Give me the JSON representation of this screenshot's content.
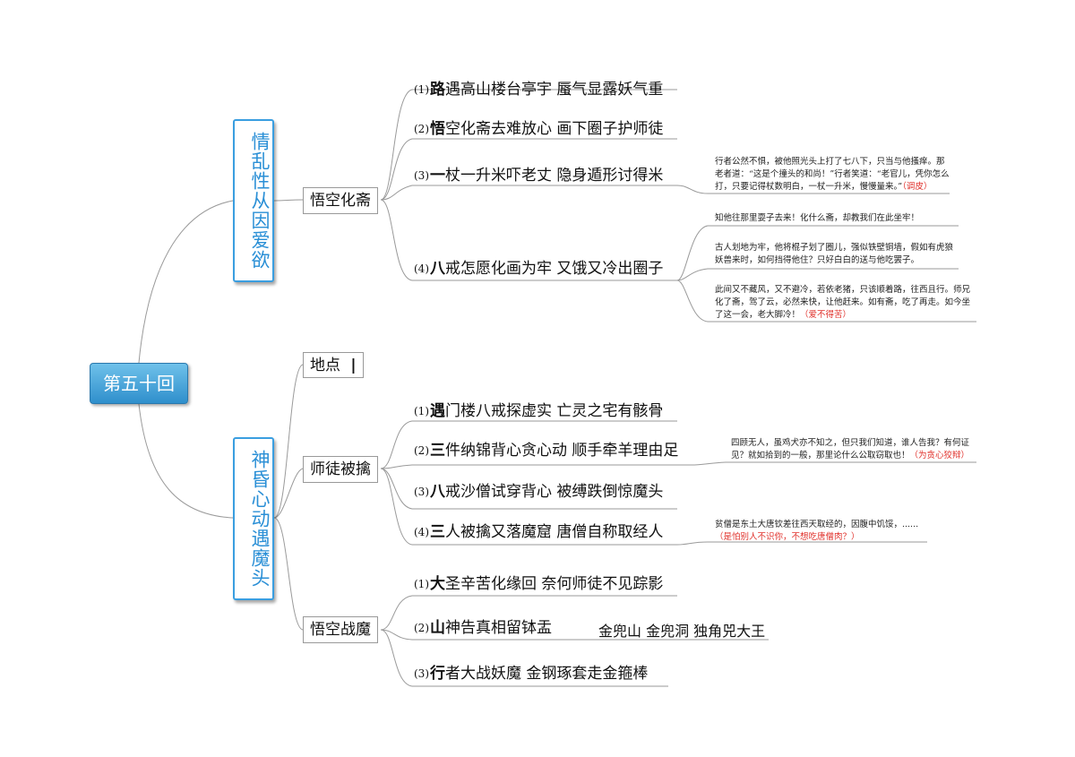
{
  "root": {
    "label": "第五十回"
  },
  "branches": [
    {
      "label": "情乱性从因爱欲",
      "children": [
        {
          "label": "悟空化斋",
          "items": [
            {
              "num": "(1)",
              "lead": "路",
              "text": "遇高山楼台亭宇 蜃气显露妖气重"
            },
            {
              "num": "(2)",
              "lead": "悟",
              "text": "空化斋去难放心 画下圈子护师徒"
            },
            {
              "num": "(3)",
              "lead": "一",
              "text": "杖一升米吓老丈 隐身遁形讨得米",
              "notes": [
                {
                  "text": "行者公然不惧，被他照光头上打了七八下，只当与他搔痒。那老者道：“这是个撞头的和尚！”行者笑道：“老官儿，凭你怎么打，只要记得杖数明白，一杖一升米，慢慢量来。”",
                  "red": "（调皮）"
                }
              ]
            },
            {
              "num": "(4)",
              "lead": "八",
              "text": "戒怎愿化画为牢 又饿又冷出圈子",
              "notes": [
                {
                  "text": "知他往那里耍子去来！化什么斋，却教我们在此坐牢！",
                  "red": ""
                },
                {
                  "text": "古人划地为牢，他将棍子划了圈儿，强似铁壁铜墙，假如有虎狼妖兽来时，如何挡得他住？只好白白的送与他吃罢子。",
                  "red": ""
                },
                {
                  "text": "此间又不藏风，又不避冷，若依老猪，只该顺着路，往西且行。师兄化了斋，驾了云，必然来快，让他赶来。如有斋，吃了再走。如今坐了这一会，老大脚冷！",
                  "red": "（爱不得苦）"
                }
              ]
            }
          ]
        }
      ]
    },
    {
      "label": "神昏心动遇魔头",
      "children": [
        {
          "label": "地点",
          "marker": "|",
          "items": []
        },
        {
          "label": "师徒被擒",
          "items": [
            {
              "num": "(1)",
              "lead": "遇",
              "text": "门楼八戒探虚实 亡灵之宅有骸骨"
            },
            {
              "num": "(2)",
              "lead": "三",
              "text": "件纳锦背心贪心动 顺手牵羊理由足",
              "notes": [
                {
                  "text": "四顾无人，虽鸡犬亦不知之，但只我们知道，谁人告我？有何证见？就如拾到的一般，那里论什么公取窃取也！",
                  "red": "（为贪心狡辩）"
                }
              ]
            },
            {
              "num": "(3)",
              "lead": "八",
              "text": "戒沙僧试穿背心 被缚跌倒惊魔头"
            },
            {
              "num": "(4)",
              "lead": "三",
              "text": "人被擒又落魔窟 唐僧自称取经人",
              "notes": [
                {
                  "text": "贫僧是东土大唐钦差往西天取经的，因腹中饥馁，......",
                  "red": "（是怕别人不识你，不想吃唐僧肉？）"
                }
              ]
            }
          ]
        },
        {
          "label": "悟空战魔",
          "items": [
            {
              "num": "(1)",
              "lead": "大",
              "text": "圣辛苦化缘回 奈何师徒不见踪影"
            },
            {
              "num": "(2)",
              "lead": "山",
              "text": "神告真相留钵盂",
              "extra": "金兜山 金兜洞 独角兕大王"
            },
            {
              "num": "(3)",
              "lead": "行",
              "text": "者大战妖魔 金钢琢套走金箍棒"
            }
          ]
        }
      ]
    }
  ]
}
